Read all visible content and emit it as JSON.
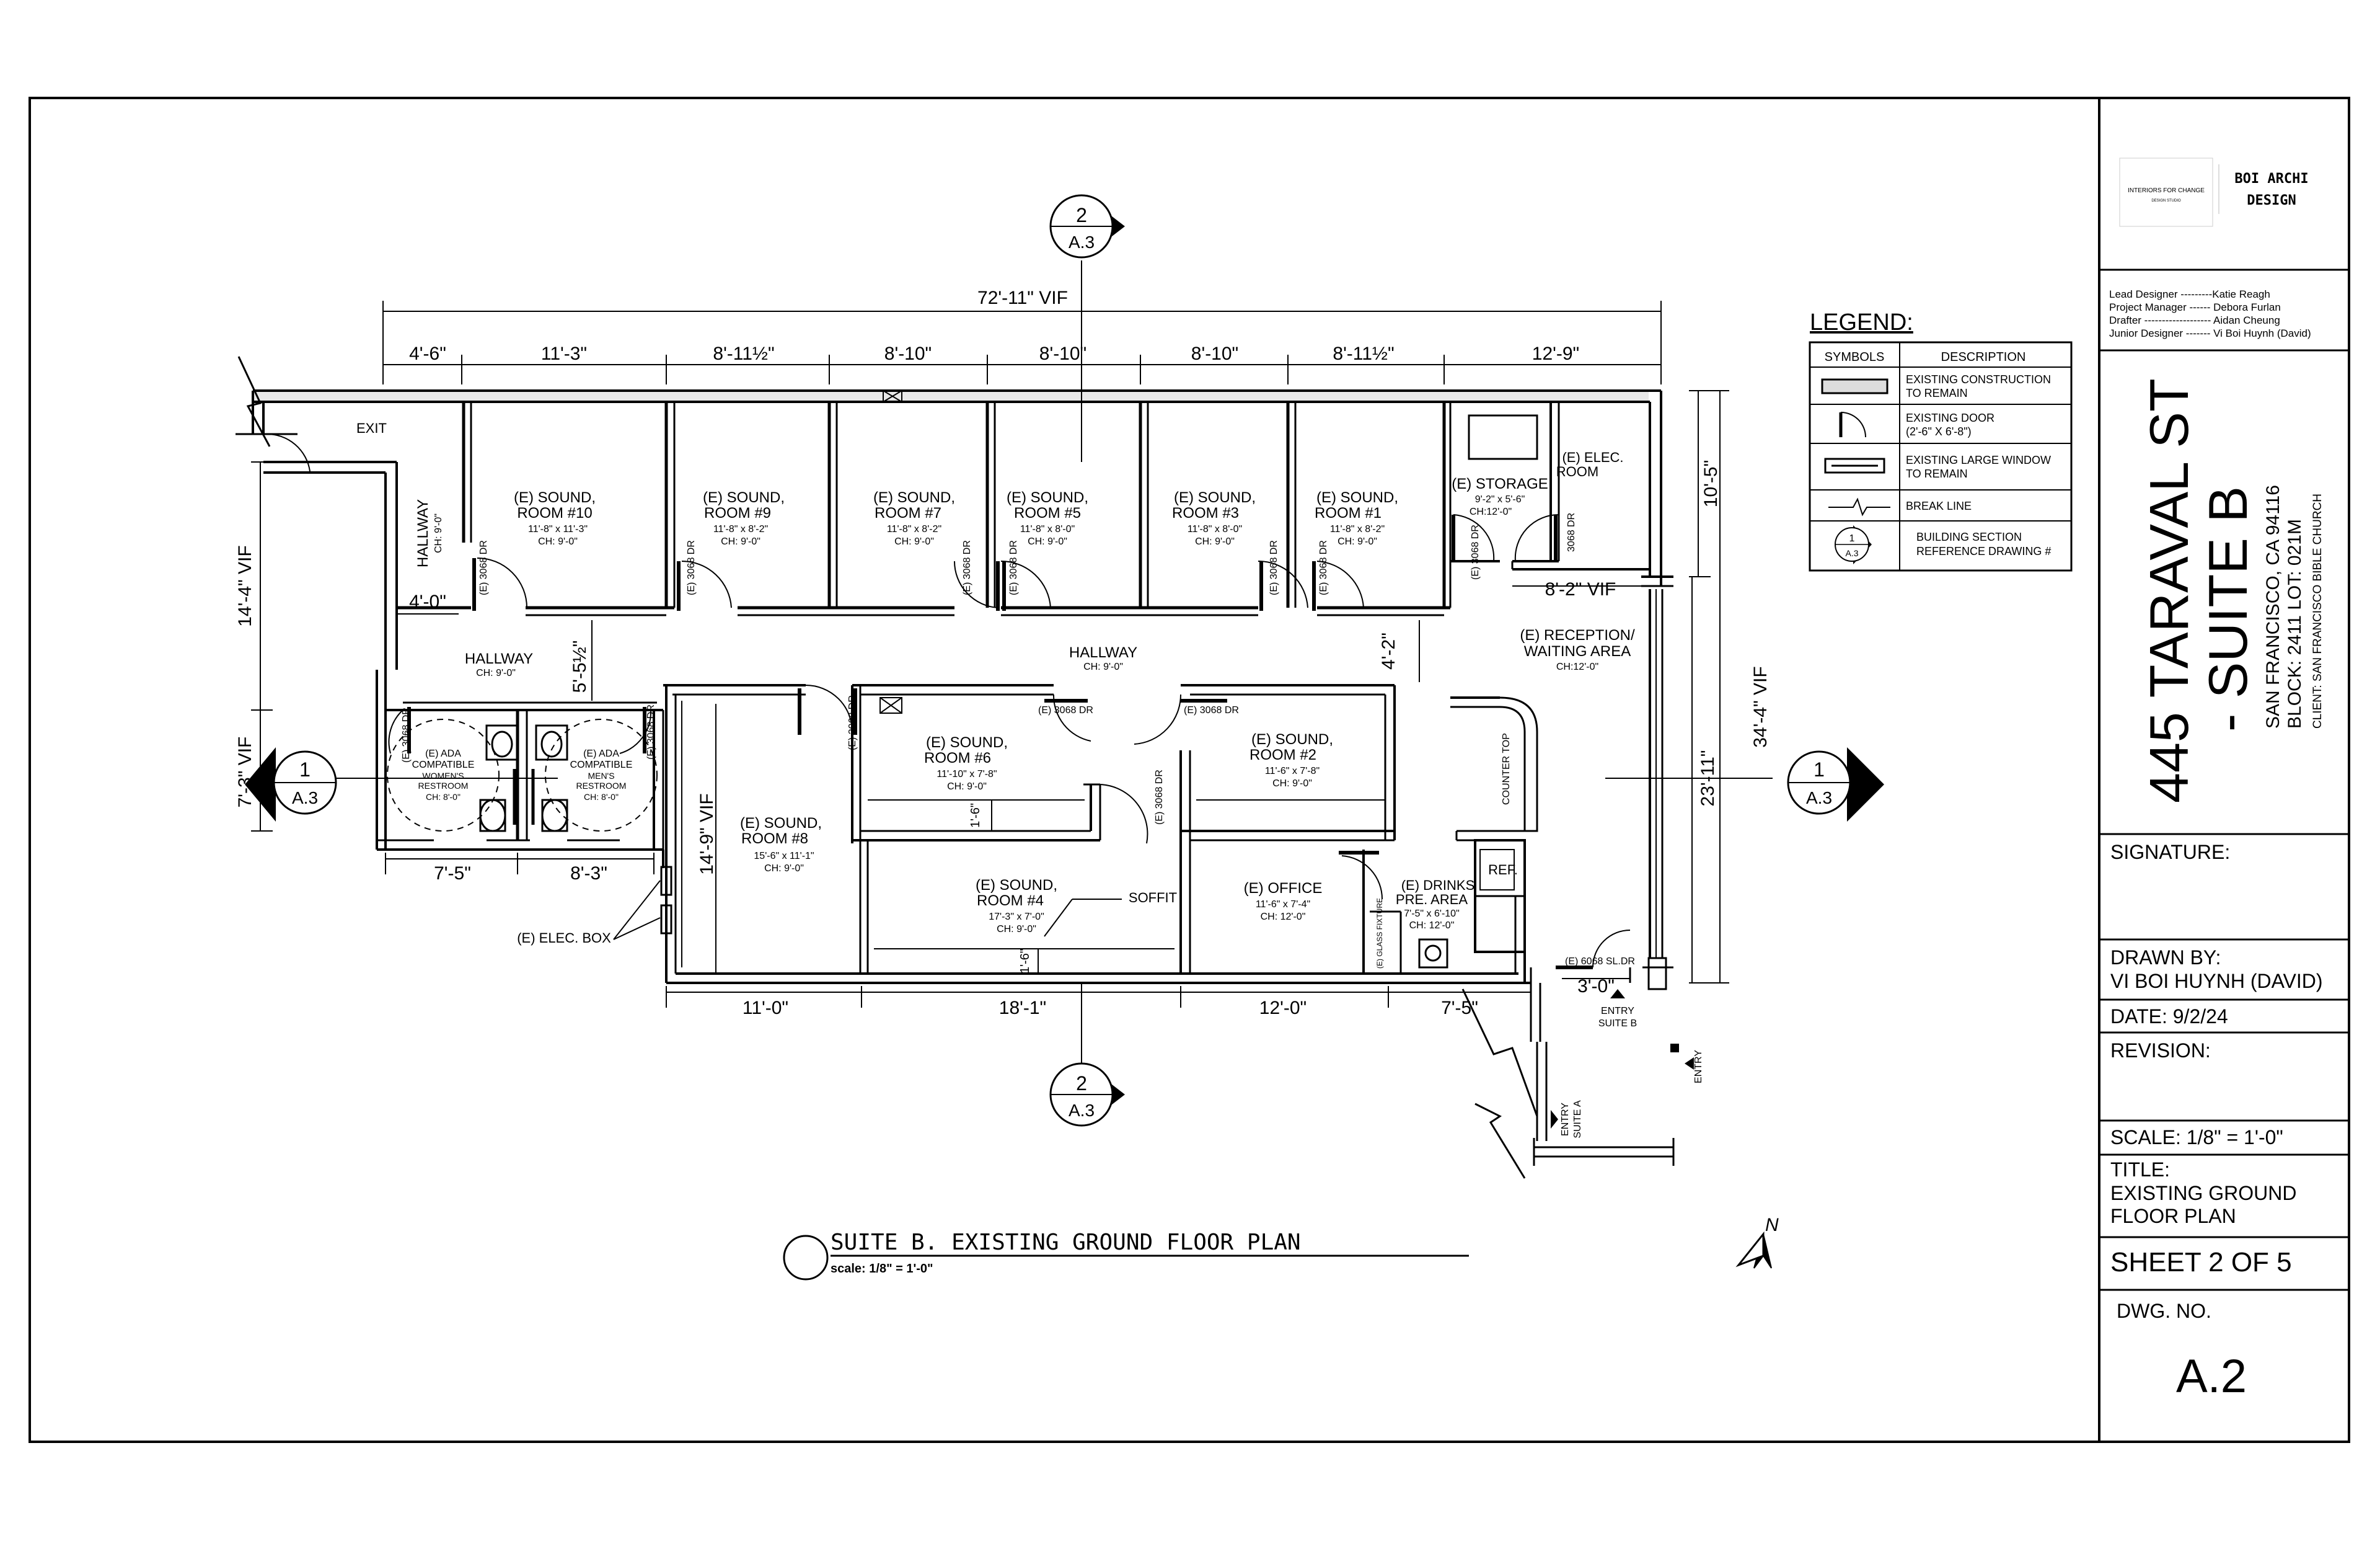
{
  "plan": {
    "overall_dim": "72'-11\" VIF",
    "top_dims": [
      "4'-6\"",
      "11'-3\"",
      "8'-11½\"",
      "8'-10\"",
      "8'-10\"",
      "8'-10\"",
      "8'-11½\"",
      "12'-9\""
    ],
    "bottom_dims": [
      "11'-0\"",
      "18'-1\"",
      "12'-0\"",
      "7'-5\""
    ],
    "restroom_dims": [
      "7'-5\"",
      "8'-3\""
    ],
    "left_dims": [
      "14'-4\" VIF",
      "7'-3\" VIF"
    ],
    "right_dims": [
      "10'-5\"",
      "34'-4\" VIF",
      "23'-11\""
    ],
    "misc_dims": {
      "hall_width": "4'-0\"",
      "hall_gap": "5'-5½\"",
      "room8_depth": "14'-9\" VIF",
      "elec_width": "8'-2\" VIF",
      "recep_gap": "4'-2\"",
      "entry_width": "3'-0\"",
      "soffit_a": "1'-6\"",
      "soffit_b": "1'-6\""
    },
    "door_tag": "(E) 3068 DR",
    "door_tag_short": "3068 DR",
    "slider_tag": "(E) 6068 SL.DR",
    "exit_label": "EXIT",
    "rooms": {
      "r10": {
        "name": "(E) SOUND,",
        "name2": "ROOM #10",
        "size": "11'-8\" x 11'-3\"",
        "ch": "CH: 9'-0\""
      },
      "r9": {
        "name": "(E) SOUND,",
        "name2": "ROOM #9",
        "size": "11'-8\" x 8'-2\"",
        "ch": "CH: 9'-0\""
      },
      "r7": {
        "name": "(E) SOUND,",
        "name2": "ROOM #7",
        "size": "11'-8\" x 8'-2\"",
        "ch": "CH: 9'-0\""
      },
      "r5": {
        "name": "(E) SOUND,",
        "name2": "ROOM #5",
        "size": "11'-8\" x 8'-0\"",
        "ch": "CH: 9'-0\""
      },
      "r3": {
        "name": "(E) SOUND,",
        "name2": "ROOM #3",
        "size": "11'-8\" x 8'-0\"",
        "ch": "CH: 9'-0\""
      },
      "r1": {
        "name": "(E) SOUND,",
        "name2": "ROOM #1",
        "size": "11'-8\" x 8'-2\"",
        "ch": "CH: 9'-0\""
      },
      "storage": {
        "name": "(E) STORAGE",
        "size": "9'-2\" x 5'-6\"",
        "ch": "CH:12'-0\""
      },
      "elec": {
        "name": "(E) ELEC.",
        "name2": "ROOM"
      },
      "hall_v": {
        "name": "HALLWAY",
        "ch": "CH: 9'-0\""
      },
      "hall_l": {
        "name": "HALLWAY",
        "ch": "CH: 9'-0\""
      },
      "hall_c": {
        "name": "HALLWAY",
        "ch": "CH: 9'-0\""
      },
      "reception": {
        "name": "(E) RECEPTION/",
        "name2": "WAITING AREA",
        "ch": "CH:12'-0\""
      },
      "women": {
        "name": "(E) ADA",
        "name2": "COMPATIBLE",
        "name3": "WOMEN'S",
        "name4": "RESTROOM",
        "ch": "CH: 8'-0\""
      },
      "men": {
        "name": "(E) ADA",
        "name2": "COMPATIBLE",
        "name3": "MEN'S",
        "name4": "RESTROOM",
        "ch": "CH: 8'-0\""
      },
      "r8": {
        "name": "(E) SOUND,",
        "name2": "ROOM #8",
        "size": "15'-6\" x 11'-1\"",
        "ch": "CH: 9'-0\""
      },
      "r6": {
        "name": "(E) SOUND,",
        "name2": "ROOM #6",
        "size": "11'-10\" x 7'-8\"",
        "ch": "CH: 9'-0\""
      },
      "r2": {
        "name": "(E) SOUND,",
        "name2": "ROOM #2",
        "size": "11'-6\" x 7'-8\"",
        "ch": "CH: 9'-0\""
      },
      "r4": {
        "name": "(E) SOUND,",
        "name2": "ROOM #4",
        "size": "17'-3\" x 7'-0\"",
        "ch": "CH: 9'-0\""
      },
      "office": {
        "name": "(E) OFFICE",
        "size": "11'-6\" x 7'-4\"",
        "ch": "CH: 12'-0\""
      },
      "drinks": {
        "name": "(E) DRINKS",
        "name2": "PRE. AREA",
        "size": "7'-5\" x 6'-10\"",
        "ch": "CH: 12'-0\""
      }
    },
    "labels": {
      "counter_top": "COUNTER TOP",
      "ref": "REF.",
      "soffit": "SOFFIT",
      "elec_box": "(E)  ELEC. BOX",
      "glass_fixture": "(E) GLASS FIXTURE",
      "entry_b": "ENTRY",
      "entry_b2": "SUITE B",
      "entry_a": "ENTRY",
      "entry_a2": "SUITE A",
      "entry": "ENTRY",
      "north": "N"
    },
    "section_marks": {
      "top": {
        "num": "2",
        "ref": "A.3"
      },
      "bottom": {
        "num": "2",
        "ref": "A.3"
      },
      "left": {
        "num": "1",
        "ref": "A.3"
      },
      "right": {
        "num": "1",
        "ref": "A.3"
      }
    },
    "plan_title": "SUITE B. EXISTING GROUND FLOOR PLAN",
    "plan_scale": "scale:  1/8\" = 1'-0\""
  },
  "legend": {
    "title": "LEGEND:",
    "col_symbols": "SYMBOLS",
    "col_description": "DESCRIPTION",
    "rows": [
      {
        "d1": "EXISTING CONSTRUCTION",
        "d2": "TO REMAIN"
      },
      {
        "d1": "EXISTING DOOR",
        "d2": "(2'-6\" X 6'-8\")"
      },
      {
        "d1": "EXISTING LARGE WINDOW",
        "d2": "TO REMAIN"
      },
      {
        "d1": "BREAK LINE",
        "d2": ""
      },
      {
        "d1": "BUILDING SECTION",
        "d2": "REFERENCE DRAWING #"
      }
    ],
    "symbol_num": "1",
    "symbol_ref": "A.3"
  },
  "title_block": {
    "logo_text": "INTERIORS FOR CHANGE",
    "logo_sub": "DESIGN STUDIO",
    "firm_line1": "BOI ARCHI",
    "firm_line2": "DESIGN",
    "team": [
      "Lead Designer ---------Katie Reagh",
      "Project Manager ------ Debora Furlan",
      "Drafter ------------------- Aidan Cheung",
      "Junior Designer ------- Vi Boi Huynh (David)"
    ],
    "address_main": "445 TARAVAL ST",
    "address_suite": "- SUITE B",
    "city": "SAN FRANCISCO, CA 94116",
    "block_lot": "BLOCK: 2411      LOT: 021M",
    "client": "CLIENT: SAN FRANCISCO BIBLE CHURCH",
    "signature_label": "SIGNATURE:",
    "drawn_by_label": "DRAWN BY:",
    "drawn_by": "VI BOI HUYNH (DAVID)",
    "date": "DATE: 9/2/24",
    "revision_label": "REVISION:",
    "scale": "SCALE: 1/8\" = 1'-0\"",
    "title_label": "TITLE:",
    "title_1": "EXISTING GROUND",
    "title_2": "FLOOR PLAN",
    "sheet": "SHEET 2 OF 5",
    "dwg_label": "DWG. NO.",
    "dwg_no": "A.2"
  }
}
